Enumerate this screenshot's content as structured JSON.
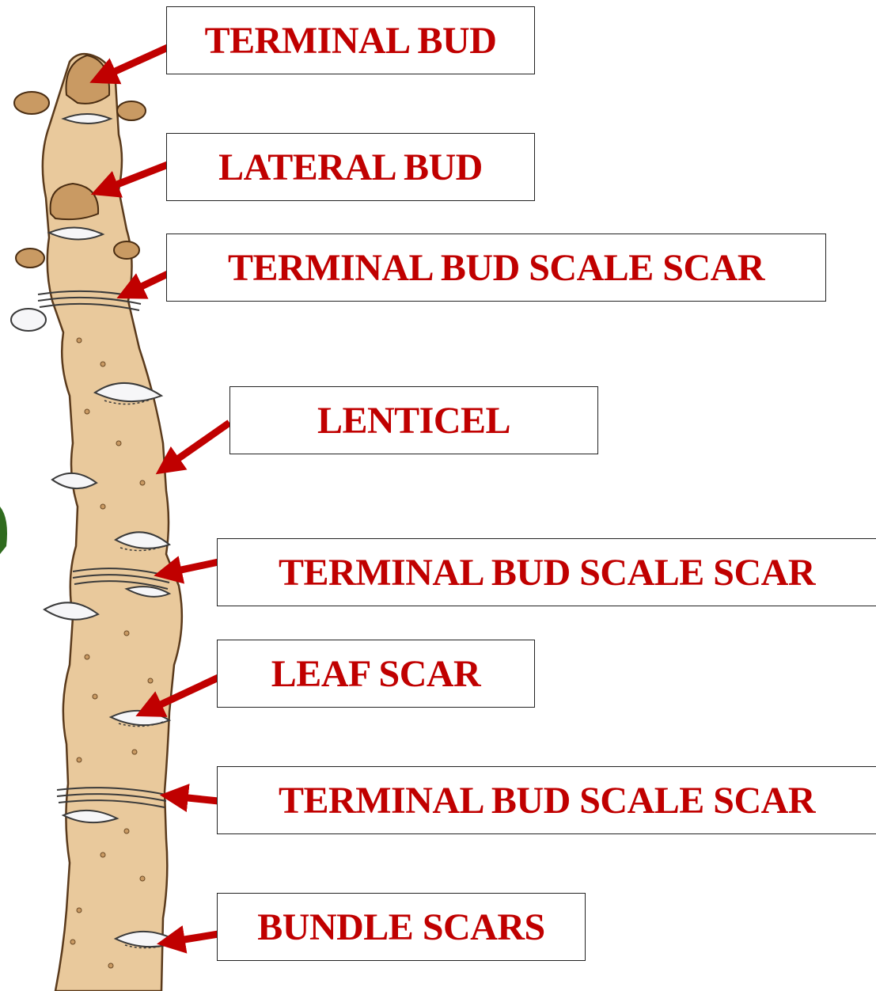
{
  "labels": [
    "TERMINAL BUD",
    "LATERAL BUD",
    "TERMINAL BUD SCALE SCAR",
    "LENTICEL",
    "TERMINAL BUD SCALE SCAR",
    "LEAF SCAR",
    "TERMINAL BUD SCALE SCAR",
    "BUNDLE SCARS"
  ],
  "colors": {
    "label_text": "#c00000",
    "arrow": "#c00000",
    "twig_bark": "#e9c99c",
    "scar": "#f6f6f8"
  }
}
